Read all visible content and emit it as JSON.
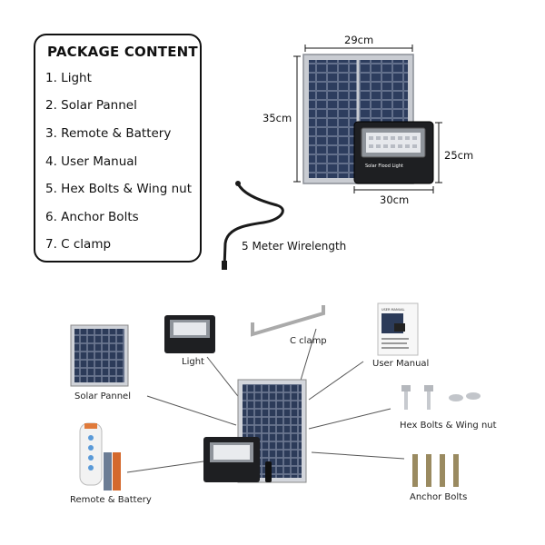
{
  "package": {
    "title": "PACKAGE CONTENT",
    "items": [
      "1. Light",
      "2. Solar Pannel",
      "3. Remote & Battery",
      "4. User Manual",
      "5. Hex Bolts & Wing nut",
      "6. Anchor Bolts",
      "7. C clamp"
    ]
  },
  "dimensions": {
    "panel_width": "29cm",
    "panel_height": "35cm",
    "light_height": "25cm",
    "light_width": "30cm",
    "wire_length": "5 Meter Wirelength"
  },
  "product_text": {
    "light_label": "Solar Flood Light",
    "manual_label": "USER MANUAL"
  },
  "diagram_labels": {
    "light": "Light",
    "c_clamp": "C clamp",
    "user_manual": "User Manual",
    "solar_pannel": "Solar Pannel",
    "hex_bolts": "Hex Bolts & Wing nut",
    "remote_battery": "Remote & Battery",
    "anchor_bolts": "Anchor Bolts"
  }
}
